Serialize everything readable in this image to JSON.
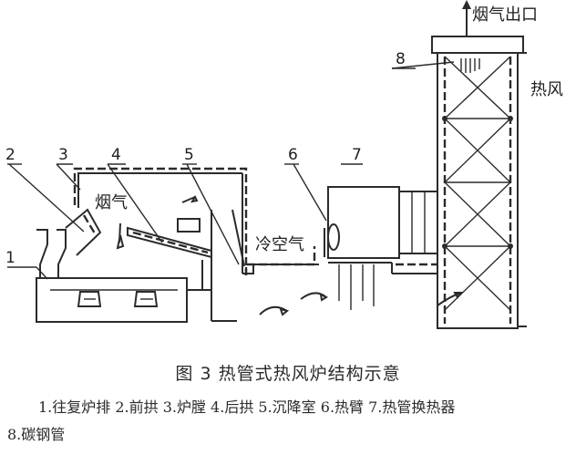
{
  "diagram": {
    "labels": {
      "flue_outlet": "烟气出口",
      "hot_air": "热风",
      "flue_gas": "烟气",
      "cold_air": "冷空气"
    },
    "callouts": [
      "1",
      "2",
      "3",
      "4",
      "5",
      "6",
      "7",
      "8"
    ]
  },
  "caption": {
    "title": "图 3  热管式热风炉结构示意"
  },
  "legend": {
    "line1": "1.往复炉排 2.前拱 3.炉膛 4.后拱 5.沉降室 6.热臂 7.热管换热器",
    "line2": "8.碳钢管"
  }
}
